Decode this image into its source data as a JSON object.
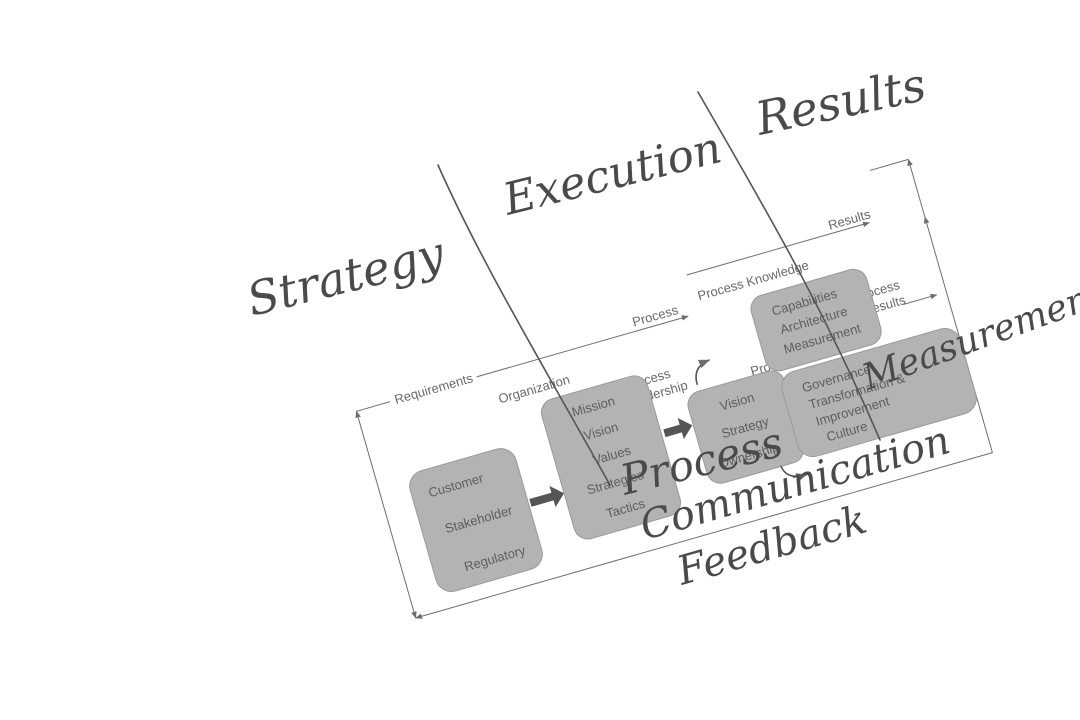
{
  "handwritten": {
    "strategy": "Strategy",
    "execution": "Execution",
    "results": "Results",
    "measurement": "Measurement",
    "process": "Process",
    "communication": "Communication",
    "feedback": "Feedback"
  },
  "labels": {
    "requirements": "Requirements",
    "organization": "Organization",
    "process": "Process",
    "process_leadership_1": "Process",
    "process_leadership_2": "Leadership",
    "process_knowledge": "Process Knowledge",
    "results": "Results",
    "process_results_1": "Process",
    "process_results_2": "Results",
    "process_execution": "Process Execution"
  },
  "boxes": {
    "requirements_box": [
      "Customer",
      "Stakeholder",
      "Regulatory"
    ],
    "organization_box": [
      "Mission",
      "Vision",
      "Values",
      "Strategies",
      "Tactics"
    ],
    "leadership_box": [
      "Vision",
      "Strategy",
      "Ownership"
    ],
    "knowledge_box": [
      "Capabilities",
      "Architecture",
      "Measurement"
    ],
    "execution_box": [
      "Governance",
      "Transformation &",
      "Improvement",
      "Culture"
    ]
  },
  "colors": {
    "box_fill": "#b3b3b3",
    "ink": "#3e3e3e"
  }
}
